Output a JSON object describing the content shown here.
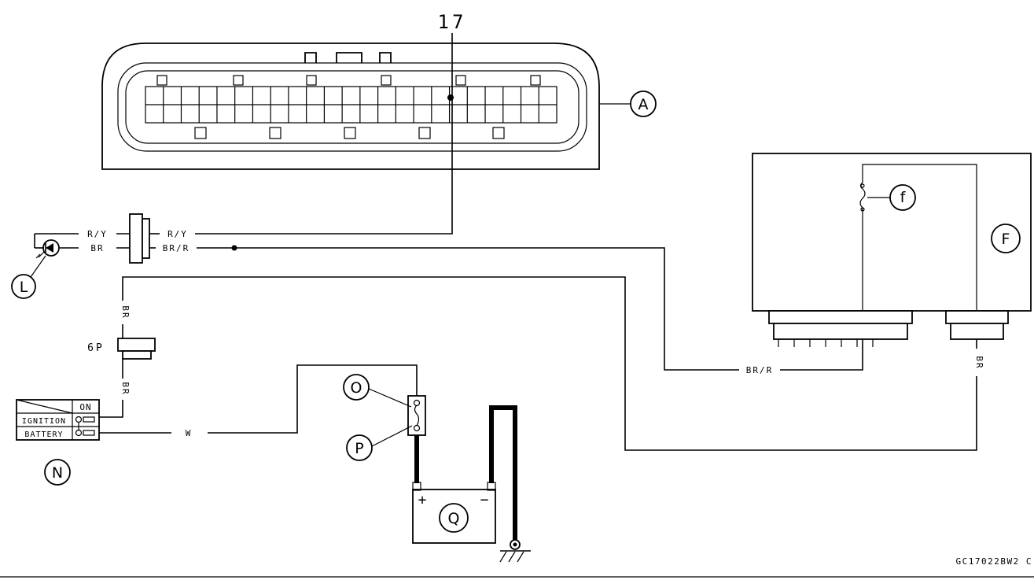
{
  "pin_number": "17",
  "callouts": {
    "ecu_connector": "A",
    "ecu_box": "F",
    "internal_fuse": "f",
    "indicator": "L",
    "ignition_switch": "N",
    "fuse_upper": "O",
    "fuse_lower": "P",
    "battery": "Q"
  },
  "wire_labels": {
    "ry_left": "R/Y",
    "ry_right": "R/Y",
    "br_left": "BR",
    "brr_right": "BR/R",
    "br_vertical_top": "BR",
    "br_vertical_bottom": "BR",
    "w_battery": "W",
    "brr_bottom": "BR/R",
    "br_right_vertical": "BR"
  },
  "connector_6p": "6P",
  "switch_table": {
    "header": "ON",
    "rows": [
      "IGNITION",
      "BATTERY"
    ]
  },
  "battery_terminals": {
    "positive": "+",
    "negative": "−"
  },
  "figure_code": "GC17022BW2 C"
}
